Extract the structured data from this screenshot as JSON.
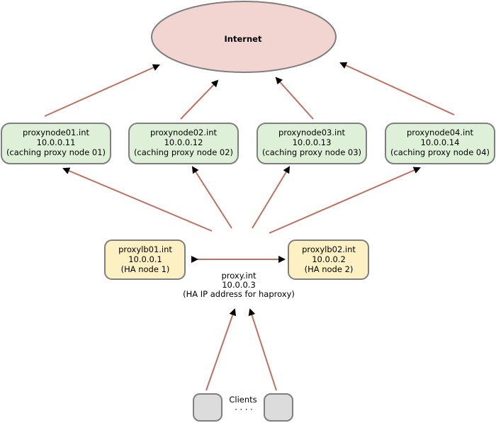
{
  "internet": {
    "label": "Internet"
  },
  "proxy_nodes": [
    {
      "lines": [
        "proxynode01.int",
        "10.0.0.11",
        "(caching proxy node 01)"
      ]
    },
    {
      "lines": [
        "proxynode02.int",
        "10.0.0.12",
        "(caching proxy node 02)"
      ]
    },
    {
      "lines": [
        "proxynode03.int",
        "10.0.0.13",
        "(caching proxy node 03)"
      ]
    },
    {
      "lines": [
        "proxynode04.int",
        "10.0.0.14",
        "(caching proxy node 04)"
      ]
    }
  ],
  "load_balancers": [
    {
      "lines": [
        "proxylb01.int",
        "10.0.0.1",
        "(HA node 1)"
      ]
    },
    {
      "lines": [
        "proxylb02.int",
        "10.0.0.2",
        "(HA node 2)"
      ]
    }
  ],
  "vip": {
    "lines": [
      "proxy.int",
      "10.0.0.3",
      "(HA IP address for haproxy)"
    ]
  },
  "clients": {
    "label": "Clients",
    "ellipsis": "· · · ·"
  },
  "colors": {
    "internet_fill": "#f2d5d0",
    "proxy_fill": "#dff0d8",
    "lb_fill": "#fdf0c2",
    "client_fill": "#dcdcdc",
    "stroke": "#7f7f7f",
    "arrow": "#c07060"
  }
}
